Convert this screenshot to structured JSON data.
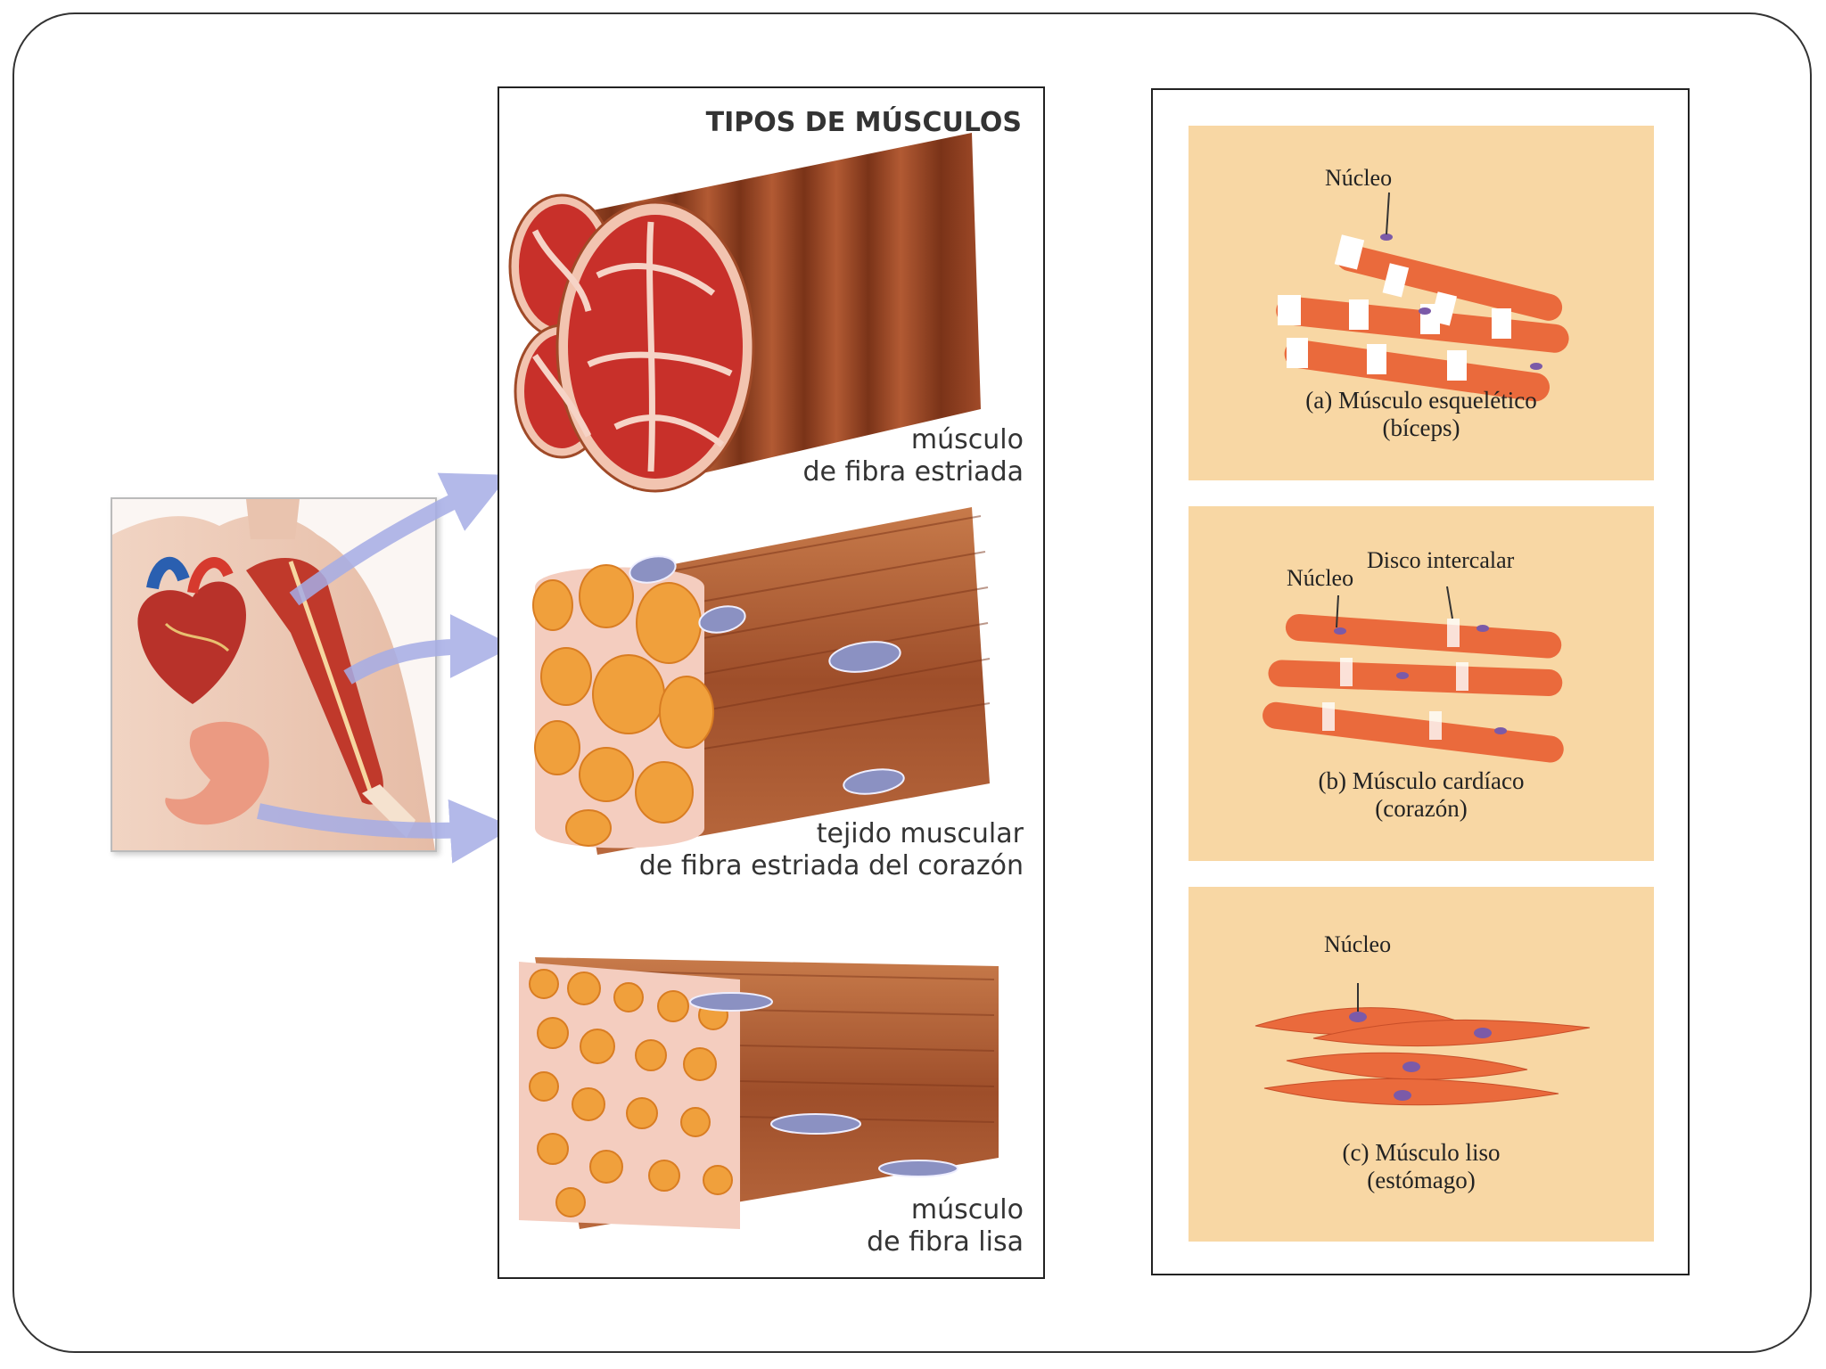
{
  "center_panel": {
    "title": "TIPOS DE MÚSCULOS",
    "striated_label_line1": "músculo",
    "striated_label_line2": "de fibra estriada",
    "cardiac_label_line1": "tejido muscular",
    "cardiac_label_line2": "de fibra estriada del corazón",
    "smooth_label_line1": "músculo",
    "smooth_label_line2": "de fibra lisa"
  },
  "right_panel": {
    "skeletal": {
      "nucleus_label": "Núcleo",
      "caption_line1": "(a) Músculo esquelético",
      "caption_line2": "(bíceps)"
    },
    "cardiac": {
      "nucleus_label": "Núcleo",
      "disc_label": "Disco intercalar",
      "caption_line1": "(b) Músculo cardíaco",
      "caption_line2": "(corazón)"
    },
    "smooth": {
      "nucleus_label": "Núcleo",
      "caption_line1": "(c) Músculo liso",
      "caption_line2": "(estómago)"
    }
  },
  "colors": {
    "muscle_brown": "#a5532e",
    "muscle_red": "#c0281f",
    "fat_orange": "#f0a03c",
    "card_bg": "#f8d7a4",
    "fiber_orange": "#ea6a3c",
    "arrow_blue": "#a6ade6"
  }
}
